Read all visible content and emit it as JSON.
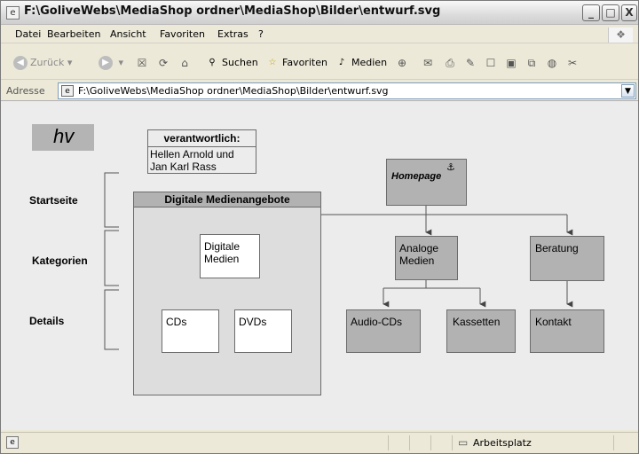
{
  "window": {
    "title": "F:\\GoliveWebs\\MediaShop ordner\\MediaShop\\Bilder\\entwurf.svg",
    "buttons": {
      "minimize": "_",
      "maximize": "□",
      "close": "X"
    }
  },
  "menu": [
    "Datei",
    "Bearbeiten",
    "Ansicht",
    "Favoriten",
    "Extras",
    "?"
  ],
  "toolbar": {
    "back_label": "Zurück",
    "search_label": "Suchen",
    "favorites_label": "Favoriten",
    "media_label": "Medien"
  },
  "address": {
    "label": "Adresse",
    "value": "F:\\GoliveWebs\\MediaShop ordner\\MediaShop\\Bilder\\entwurf.svg"
  },
  "diagram": {
    "logo": "hv",
    "responsible": {
      "heading": "verantwortlich:",
      "line1": "Hellen Arnold und",
      "line2": "Jan Karl Rass"
    },
    "levels": {
      "start": "Startseite",
      "categories": "Kategorien",
      "details": "Details"
    },
    "homepage": "Homepage",
    "digital_group": "Digitale Medienangebote",
    "nodes": {
      "digital_line1": "Digitale",
      "digital_line2": "Medien",
      "analog_line1": "Analoge",
      "analog_line2": "Medien",
      "beratung": "Beratung",
      "cds": "CDs",
      "dvds": "DVDs",
      "audio_cds": "Audio-CDs",
      "kassetten": "Kassetten",
      "kontakt": "Kontakt"
    }
  },
  "status": {
    "zone": "Arbeitsplatz"
  }
}
